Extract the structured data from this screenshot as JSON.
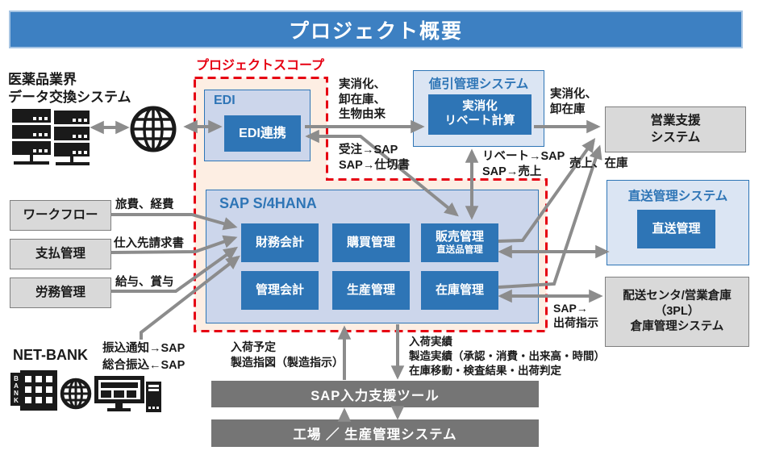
{
  "title_bar": {
    "text": "プロジェクト概要"
  },
  "scope": {
    "label": "プロジェクトスコープ"
  },
  "colors": {
    "title_blue": "#3d80c2",
    "module_blue": "#2e75b6",
    "panel_blue": "#ccd6eb",
    "panel_blue_light": "#dbe5f3",
    "scope_red": "#e60012",
    "scope_fill": "#fdeee3",
    "gray_box": "#d9d9d9",
    "dark_bar": "#757575",
    "arrow_gray": "#8c8c8c"
  },
  "left_column": {
    "pharma_system": "医薬品業界\nデータ交換システム",
    "workflow": {
      "label": "ワークフロー",
      "flow": "旅費、経費"
    },
    "payment": {
      "label": "支払管理",
      "flow": "仕入先請求書"
    },
    "labor": {
      "label": "労務管理",
      "flow": "給与、賞与"
    },
    "netbank": {
      "label": "NET-BANK",
      "flows": "振込通知→SAP\n総合振込←SAP",
      "sign": "BANK"
    }
  },
  "edi": {
    "container": "EDI",
    "module": "EDI連携"
  },
  "discount_system": {
    "container": "値引管理システム",
    "module": "実消化\nリベート計算"
  },
  "sap": {
    "label": "SAP S/4HANA",
    "modules": [
      {
        "label": "財務会計"
      },
      {
        "label": "購買管理"
      },
      {
        "label": "販売管理",
        "sub": "直送品管理"
      },
      {
        "label": "管理会計"
      },
      {
        "label": "生産管理"
      },
      {
        "label": "在庫管理"
      }
    ]
  },
  "right_column": {
    "sales_support": "営業支援\nシステム",
    "direct_system": {
      "container": "直送管理システム",
      "module": "直送管理"
    },
    "warehouse": "配送センタ/営業倉庫\n（3PL）\n倉庫管理システム"
  },
  "bottom": {
    "sap_input_tool": "SAP入力支援ツール",
    "factory": "工場 ／ 生産管理システム",
    "up_label": "入荷予定\n製造指図（製造指示）",
    "down_label": "入荷実績\n製造実績（承認・消費・出来高・時間）\n在庫移動・検査結果・出荷判定"
  },
  "flow_labels": {
    "edi_to_rebate": "実消化、\n卸在庫、\n生物由来",
    "order_to_sap": "受注→SAP\nSAP→仕切書",
    "rebate_to_sap": "リベート→SAP\nSAP→売上",
    "rebate_to_support": "実消化、\n卸在庫",
    "sales_inventory": "売上、在庫",
    "ship_order": "SAP→\n出荷指示"
  }
}
